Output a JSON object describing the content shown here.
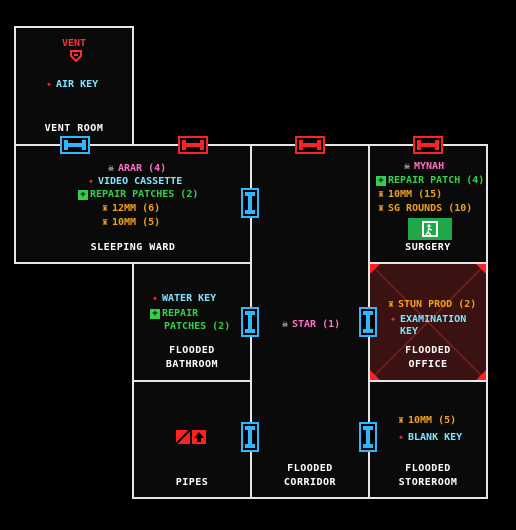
{
  "rooms": {
    "vent_room": {
      "label": "VENT ROOM",
      "vent_label": "VENT",
      "items": [
        {
          "text": "AIR KEY",
          "color": "#7fe5ff",
          "icon": "red-star-key-icon"
        }
      ]
    },
    "sleeping_ward": {
      "label": "SLEEPING WARD",
      "items": [
        {
          "text": "ARAR (4)",
          "color": "#ff6ec7",
          "icon": "skull-icon"
        },
        {
          "text": "VIDEO CASSETTE",
          "color": "#7fe5ff",
          "icon": "red-star-key-icon"
        },
        {
          "text": "REPAIR PATCHES (2)",
          "color": "#35d04a",
          "icon": "green-plus-icon"
        },
        {
          "text": "12MM (6)",
          "color": "#f0a020",
          "icon": "bullet-icon"
        },
        {
          "text": "10MM (5)",
          "color": "#f0a020",
          "icon": "bullet-icon"
        }
      ]
    },
    "surgery": {
      "label": "SURGERY",
      "items": [
        {
          "text": "MYNAH",
          "color": "#ff6ec7",
          "icon": "skull-icon"
        },
        {
          "text": "REPAIR PATCH (4)",
          "color": "#35d04a",
          "icon": "green-plus-icon"
        },
        {
          "text": "10MM (15)",
          "color": "#f0a020",
          "icon": "bullet-icon"
        },
        {
          "text": "SG ROUNDS (10)",
          "color": "#f0a020",
          "icon": "bullet-icon"
        }
      ]
    },
    "flooded_bathroom": {
      "label_line1": "FLOODED",
      "label_line2": "BATHROOM",
      "items": [
        {
          "text": "WATER KEY",
          "color": "#7fe5ff",
          "icon": "red-star-key-icon"
        },
        {
          "text_line1": "REPAIR",
          "text_line2": "PATCHES (2)",
          "color": "#35d04a",
          "icon": "green-plus-icon"
        }
      ]
    },
    "flooded_corridor": {
      "label_line1": "FLOODED",
      "label_line2": "CORRIDOR",
      "items": [
        {
          "text": "STAR (1)",
          "color": "#ff6ec7",
          "icon": "skull-icon"
        }
      ]
    },
    "flooded_office": {
      "label_line1": "FLOODED",
      "label_line2": "OFFICE",
      "items": [
        {
          "text": "STUN PROD (2)",
          "color": "#f0a020",
          "icon": "bullet-icon"
        },
        {
          "text_line1": "EXAMINATION",
          "text_line2": "KEY",
          "color": "#7fe5ff",
          "icon": "red-star-key-icon"
        }
      ]
    },
    "pipes": {
      "label": "PIPES"
    },
    "flooded_storeroom": {
      "label_line1": "FLOODED",
      "label_line2": "STOREROOM",
      "items": [
        {
          "text": "10MM (5)",
          "color": "#f0a020",
          "icon": "bullet-icon"
        },
        {
          "text": "BLANK KEY",
          "color": "#7fe5ff",
          "icon": "red-star-key-icon"
        }
      ]
    }
  },
  "colors": {
    "locked_door": "#ff2020",
    "open_door": "#2fb8ff",
    "wall": "#e6e6e6",
    "exit_sign": "#1fa84a"
  }
}
